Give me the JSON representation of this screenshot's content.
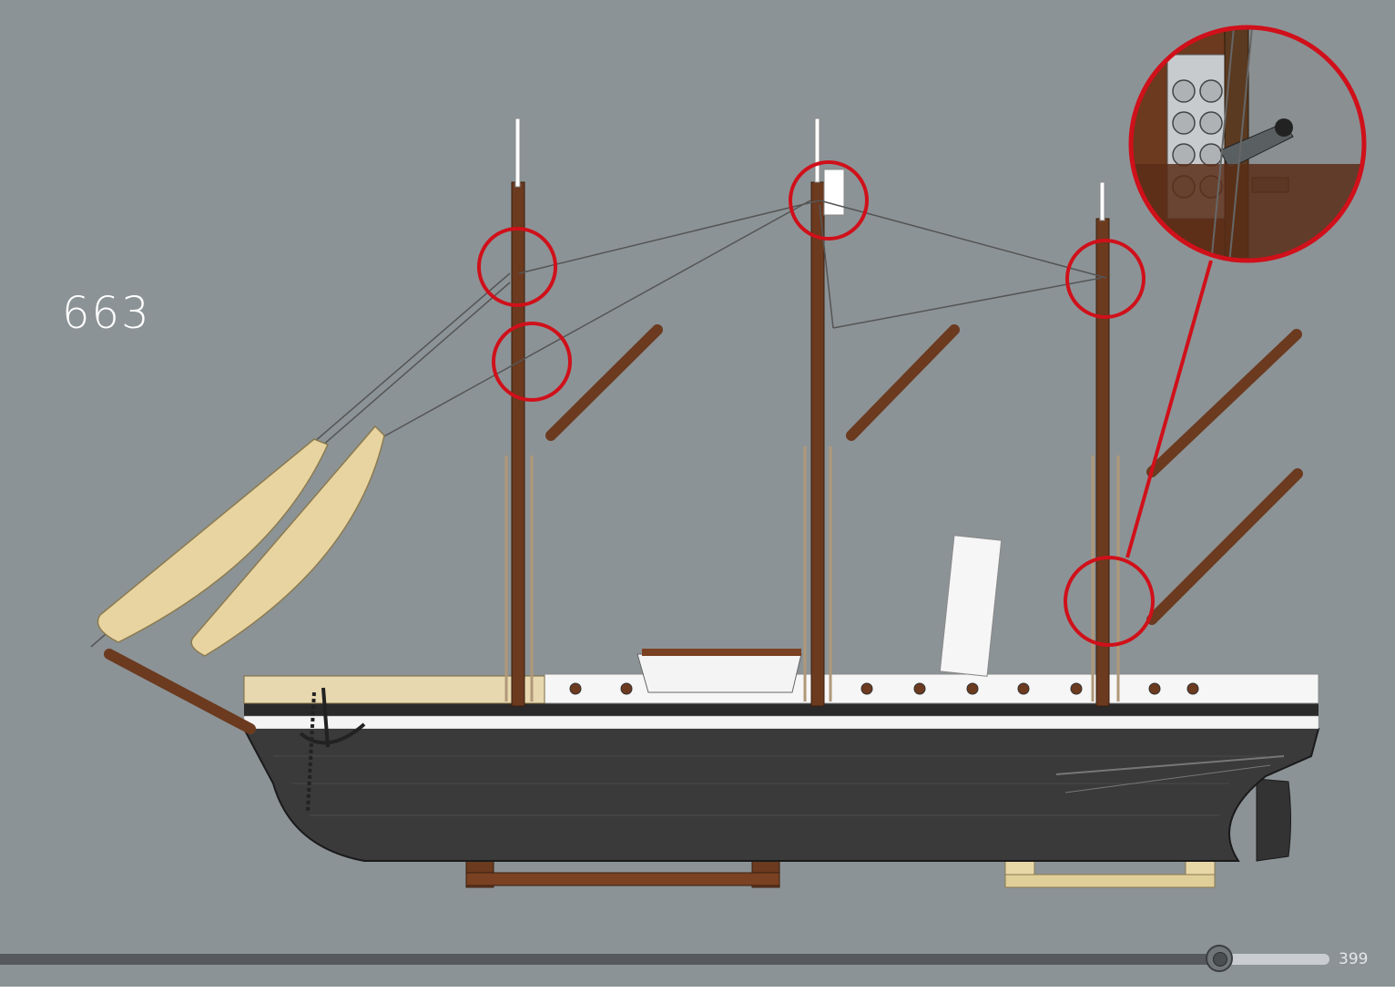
{
  "step": {
    "number": "663"
  },
  "page": {
    "number": "399",
    "progress": 0.875
  },
  "colors": {
    "background": "#8c9396",
    "hull": "#3a3a3a",
    "mast": "#6b3a1f",
    "sail": "#e8d4a0",
    "highlight": "#d0101a"
  },
  "illustration": {
    "subject": "sailing-ship-model",
    "callout_circles": 6,
    "zoom_callout": "mast-rigging-detail"
  }
}
